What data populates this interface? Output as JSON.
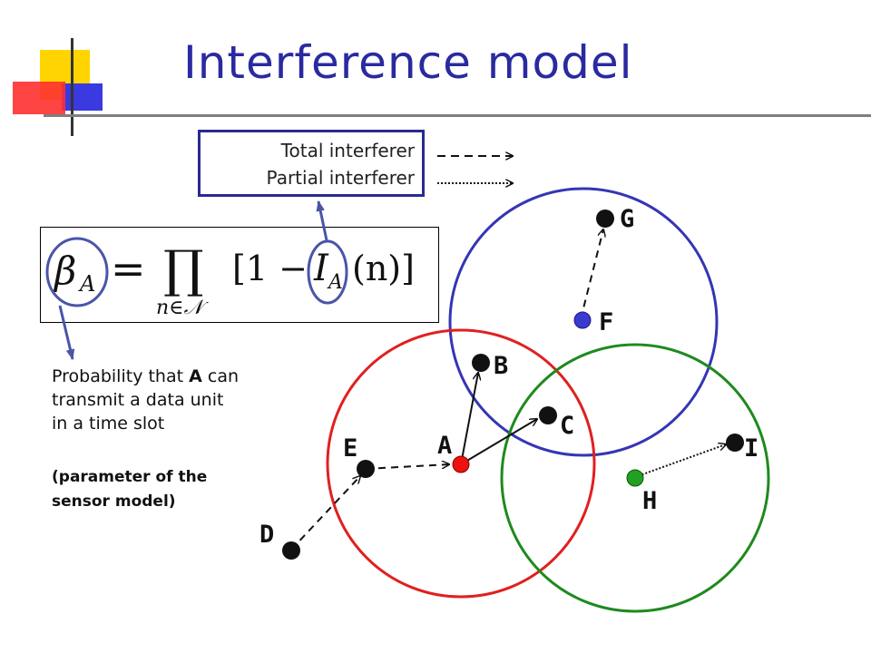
{
  "title": "Interference model",
  "legend": {
    "total_label": "Total interferer",
    "partial_label": "Partial interferer"
  },
  "formula": {
    "lhs": "β",
    "lhs_sub": "A",
    "equals": "=",
    "product": "∏",
    "product_sub": "n∈𝒩",
    "bracket_open": "[1 −",
    "indicator": "I",
    "indicator_sub": "A",
    "argument": "(n)]"
  },
  "description": {
    "line1_prefix": "Probability that ",
    "line1_bold": "A",
    "line1_suffix": " can",
    "line2": "transmit a data unit",
    "line3": "in a time slot",
    "sub_line1": "(parameter of the",
    "sub_line2": "sensor model)"
  },
  "nodes": {
    "A": "A",
    "B": "B",
    "C": "C",
    "D": "D",
    "E": "E",
    "F": "F",
    "G": "G",
    "H": "H",
    "I": "I"
  },
  "colors": {
    "title": "#2a2aa0",
    "circle_red": "#e02020",
    "circle_blue": "#3535b5",
    "circle_green": "#1e8a1e",
    "node_red": "#ee1111",
    "node_blue": "#3a3ad0",
    "node_green": "#22a022",
    "callout": "#4a55a8"
  }
}
